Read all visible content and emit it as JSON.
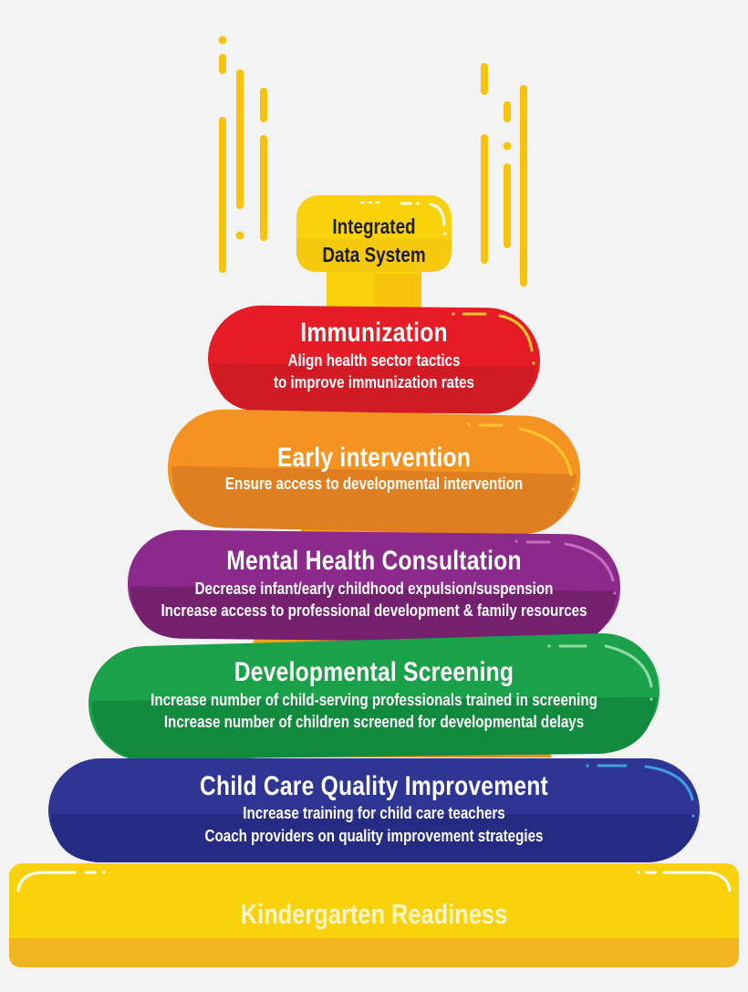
{
  "top": {
    "line1": "Integrated",
    "line2": "Data System"
  },
  "tiers": [
    {
      "title": "Immunization",
      "lines": [
        "Align health sector tactics",
        "to improve immunization rates"
      ]
    },
    {
      "title": "Early intervention",
      "lines": [
        "Ensure access to developmental intervention"
      ]
    },
    {
      "title": "Mental Health Consultation",
      "lines": [
        "Decrease infant/early childhood expulsion/suspension",
        "Increase access to professional development & family resources"
      ]
    },
    {
      "title": "Developmental Screening",
      "lines": [
        "Increase number of child-serving professionals trained in screening",
        "Increase number of children screened for developmental delays"
      ]
    },
    {
      "title": "Child Care Quality Improvement",
      "lines": [
        "Increase training for child care teachers",
        "Coach providers on quality improvement strategies"
      ]
    }
  ],
  "base": {
    "title": "Kindergarten Readiness"
  },
  "colors": {
    "background": "#f3f3f3",
    "yellow": "#f9d20c",
    "yellow_dark": "#f2b51f",
    "red": "#e51c26",
    "orange": "#f59322",
    "purple": "#8c2a8b",
    "green": "#1aa149",
    "navy": "#2e3592"
  }
}
